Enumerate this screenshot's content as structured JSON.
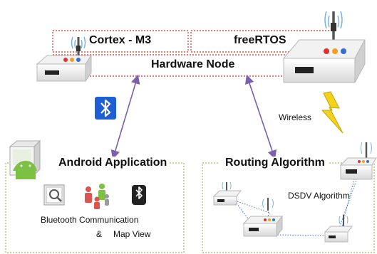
{
  "hardware": {
    "cpu_label": "Cortex - M3",
    "os_label": "freeRTOS",
    "node_label": "Hardware Node"
  },
  "android": {
    "title": "Android Application",
    "caption_line1": "Bluetooth Communication",
    "caption_line2_left": "&",
    "caption_line2_right": "Map View"
  },
  "routing": {
    "title": "Routing Algorithm",
    "algorithm_label": "DSDV Algorithm"
  },
  "wireless_label": "Wireless",
  "colors": {
    "red_dotted": "#d9534f",
    "green_dotted": "#b5c77a",
    "arrow": "#7a5fb0",
    "node_link": "#4a6fc0",
    "bluetooth_bg": "#1f5fd6",
    "lightning": "#f4d21b"
  },
  "icons": {
    "bluetooth": "bluetooth-icon",
    "lightning": "lightning-icon",
    "android": "android-icon",
    "magnifier": "magnifier-icon",
    "people": "people-icon",
    "device": "hardware-node-icon"
  }
}
